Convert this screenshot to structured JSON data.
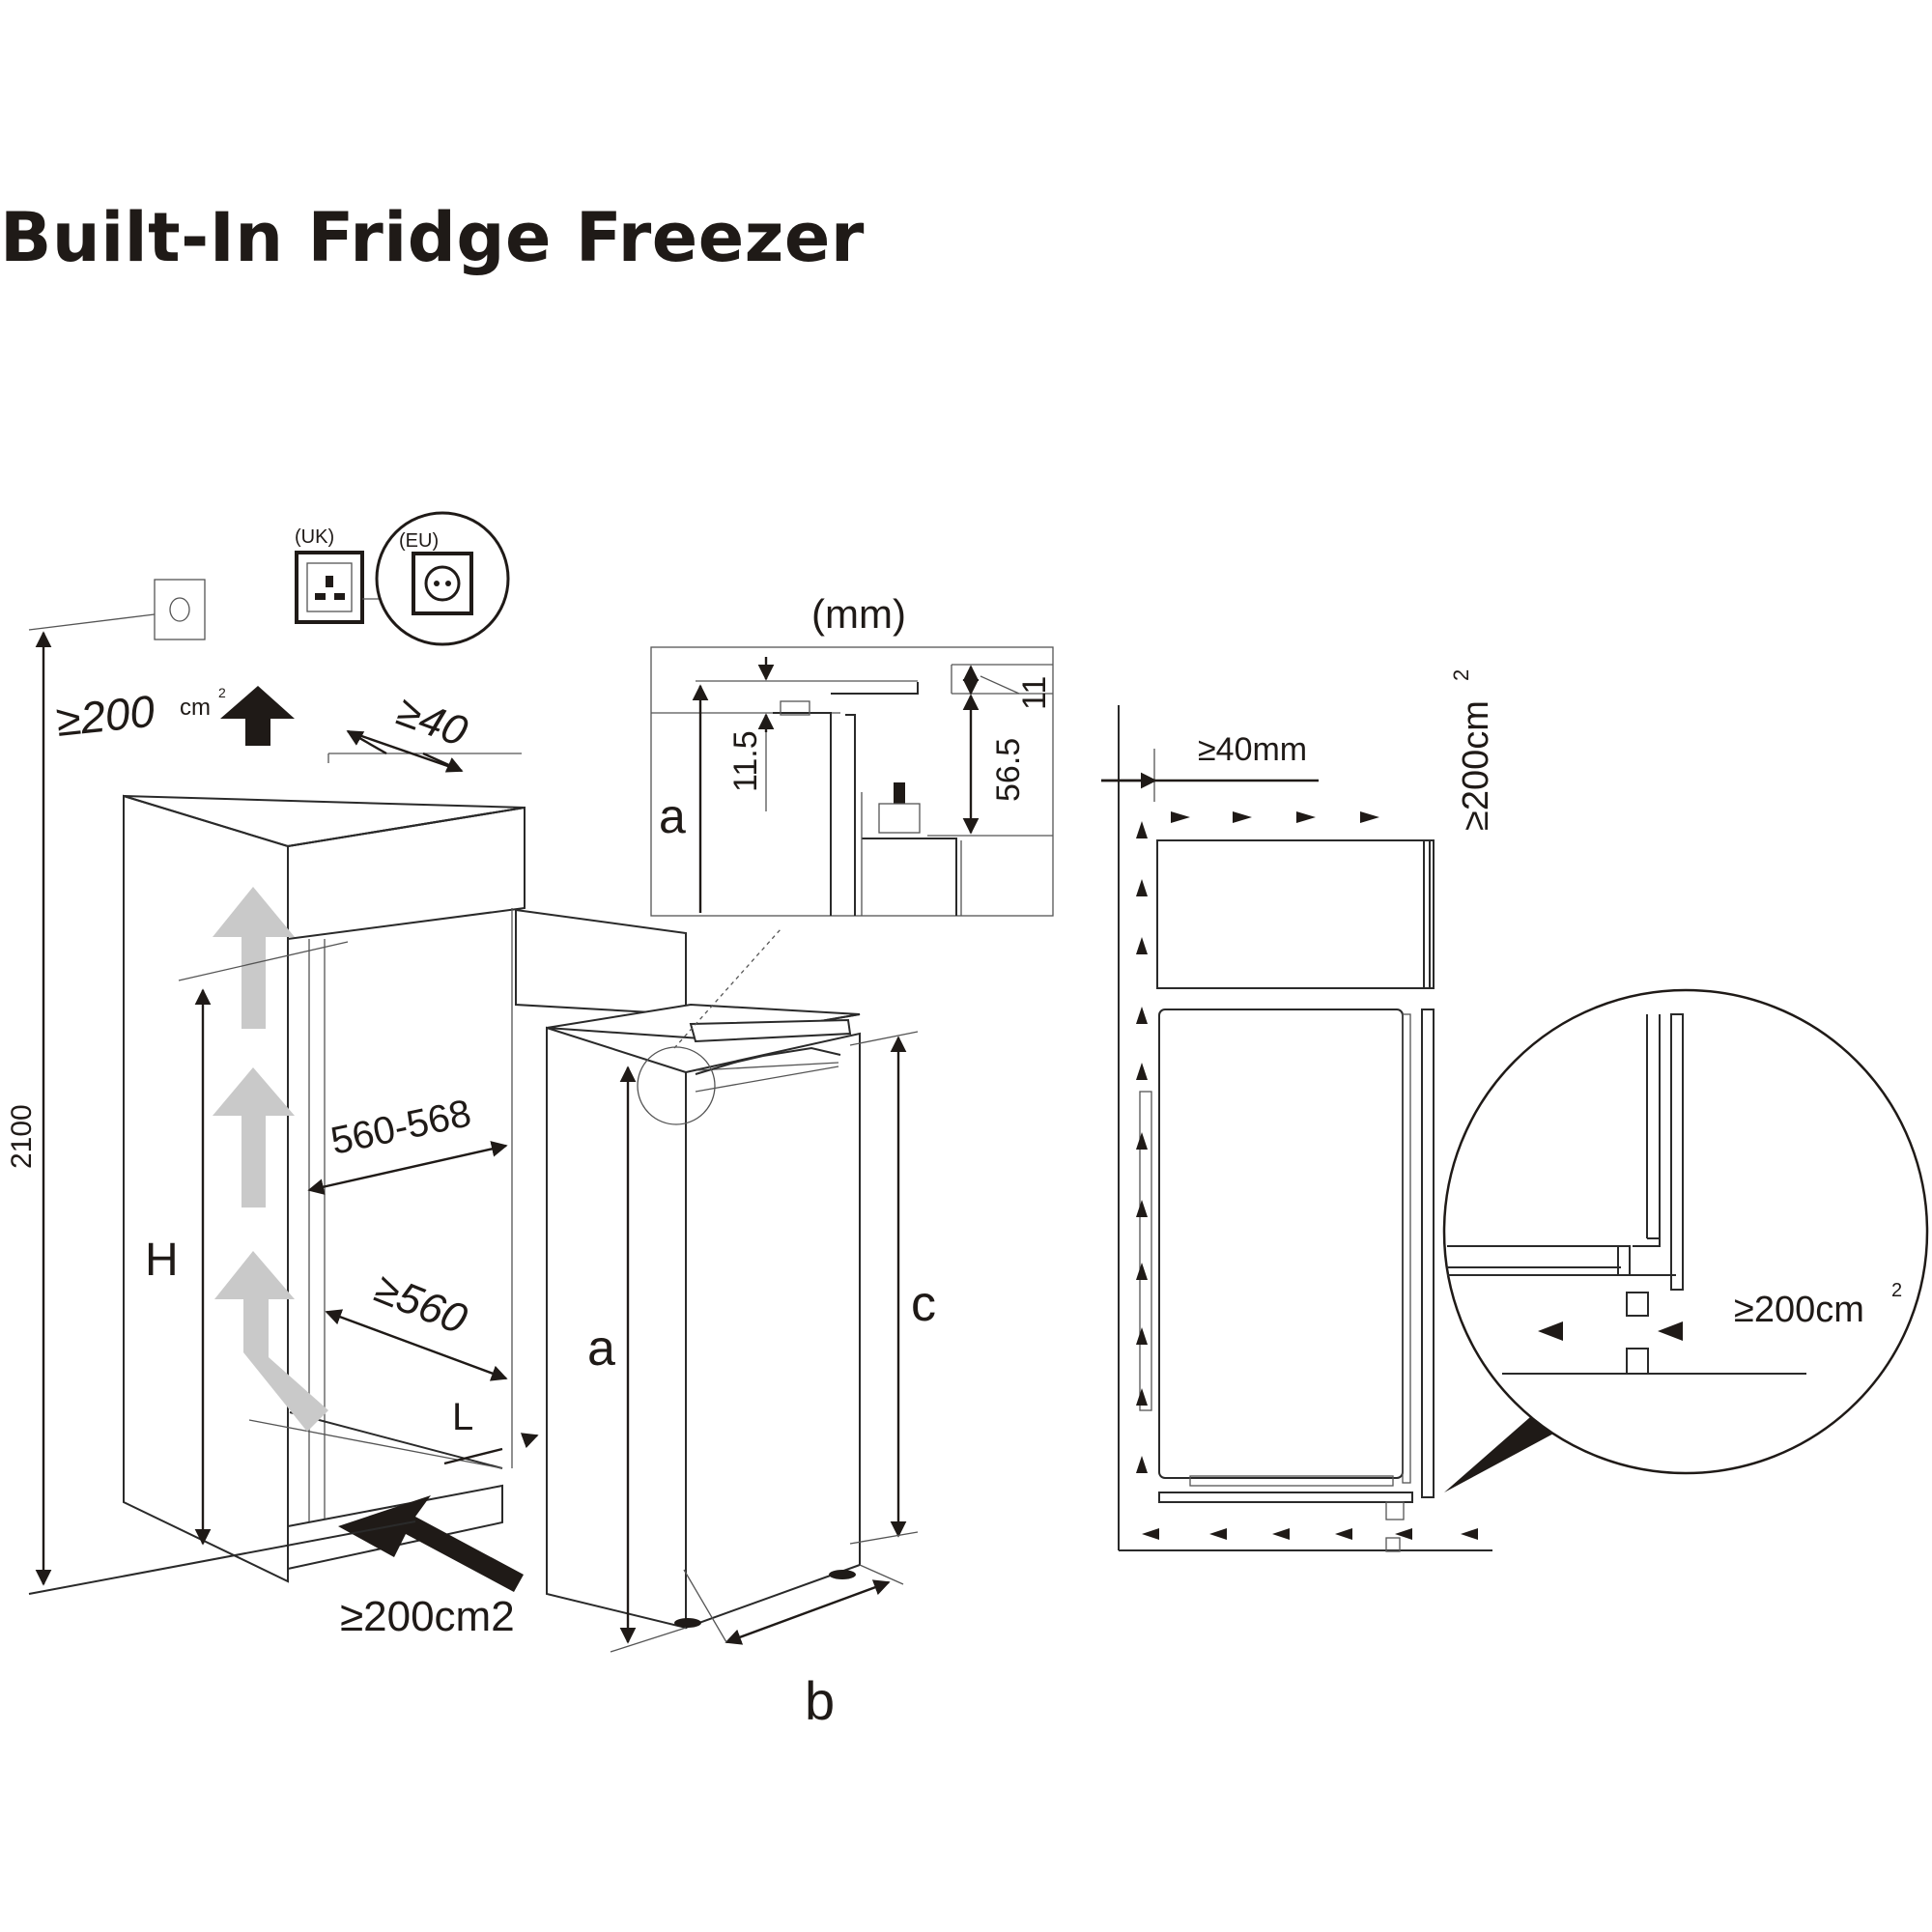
{
  "title": "Built-In Fridge Freezer",
  "units": "(mm)",
  "sockets": {
    "uk": "(UK)",
    "eu": "(EU)"
  },
  "left_view": {
    "height_total": "2100",
    "top_vent": {
      "value": "≥200",
      "unit": "cm",
      "sup": "2"
    },
    "top_gap": "≥40",
    "niche_width": "560-568",
    "niche_depth": "≥560",
    "niche_height": "H",
    "offset_L": "L",
    "bottom_vent": "≥200cm2"
  },
  "appliance": {
    "height_a": "a",
    "width_b": "b",
    "height_c": "c"
  },
  "detail": {
    "label_a": "a",
    "dim_11_5": "11.5",
    "dim_11": "11",
    "dim_56_5": "56.5"
  },
  "side_view": {
    "top_gap": "≥40mm",
    "top_vent": {
      "value": "≥200cm",
      "sup": "2"
    },
    "bottom_vent": {
      "value": "≥200cm",
      "sup": "2"
    }
  }
}
